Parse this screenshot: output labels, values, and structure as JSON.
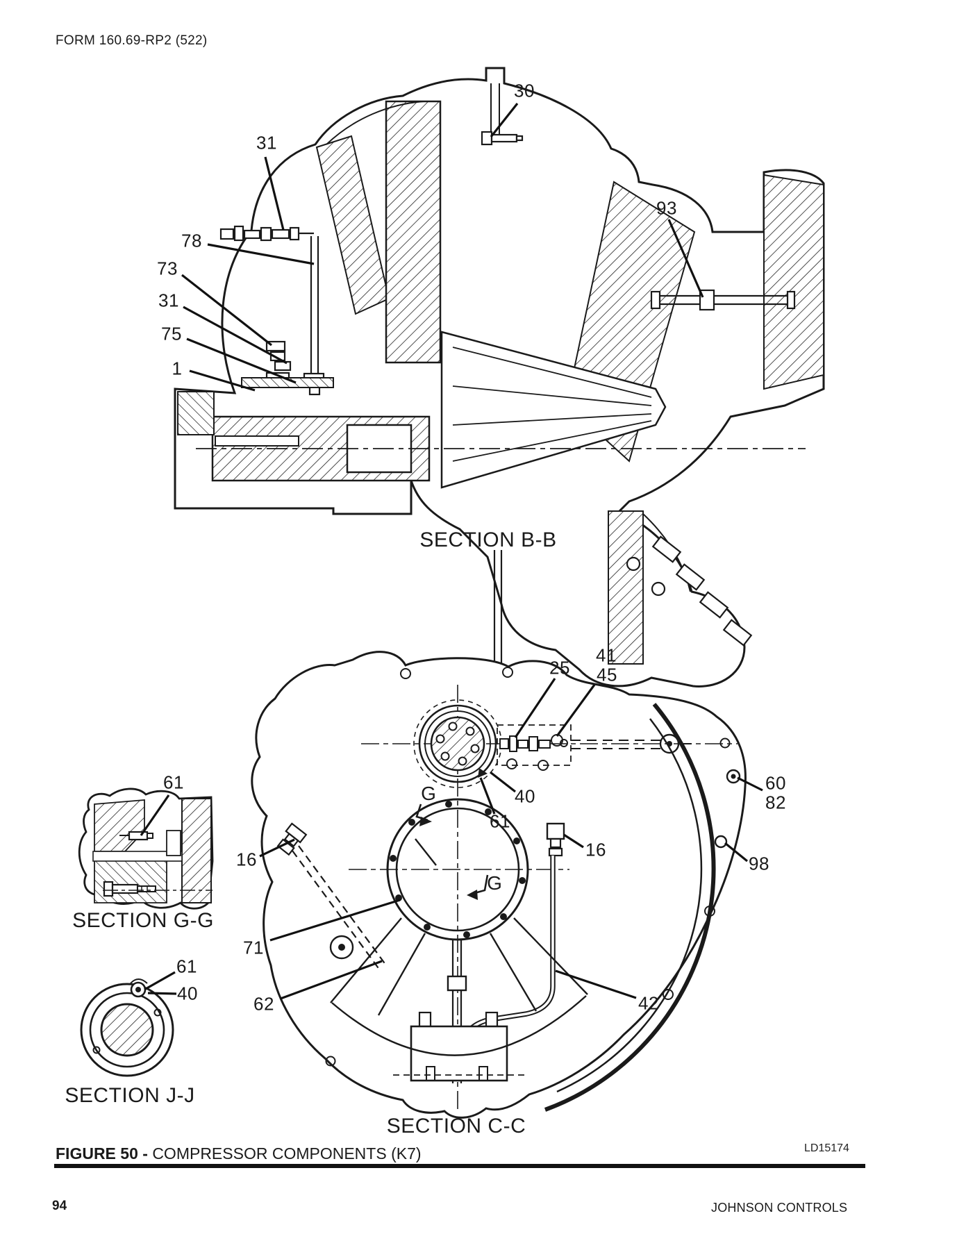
{
  "page": {
    "form_number": "FORM 160.69-RP2 (522)",
    "page_number": "94",
    "publisher": "JOHNSON CONTROLS",
    "artwork_id": "LD15174"
  },
  "figure": {
    "label": "FIGURE 50 -",
    "title": "COMPRESSOR COMPONENTS (K7)"
  },
  "section_titles": {
    "bb": "SECTION B-B",
    "cc": "SECTION C-C",
    "gg": "SECTION G-G",
    "jj": "SECTION J-J"
  },
  "view_labels": {
    "g_upper": "G",
    "g_lower": "G"
  },
  "callouts": {
    "section_bb": [
      {
        "part": "30"
      },
      {
        "part": "31"
      },
      {
        "part": "78"
      },
      {
        "part": "73"
      },
      {
        "part": "31"
      },
      {
        "part": "75"
      },
      {
        "part": "1"
      },
      {
        "part": "93"
      }
    ],
    "section_cc": [
      {
        "part": "25"
      },
      {
        "part": "41"
      },
      {
        "part": "45"
      },
      {
        "part": "40"
      },
      {
        "part": "61"
      },
      {
        "part": "16"
      },
      {
        "part": "16"
      },
      {
        "part": "60"
      },
      {
        "part": "82"
      },
      {
        "part": "98"
      },
      {
        "part": "71"
      },
      {
        "part": "62"
      },
      {
        "part": "42"
      }
    ],
    "section_gg": [
      {
        "part": "61"
      }
    ],
    "section_jj": [
      {
        "part": "61"
      },
      {
        "part": "40"
      }
    ]
  }
}
